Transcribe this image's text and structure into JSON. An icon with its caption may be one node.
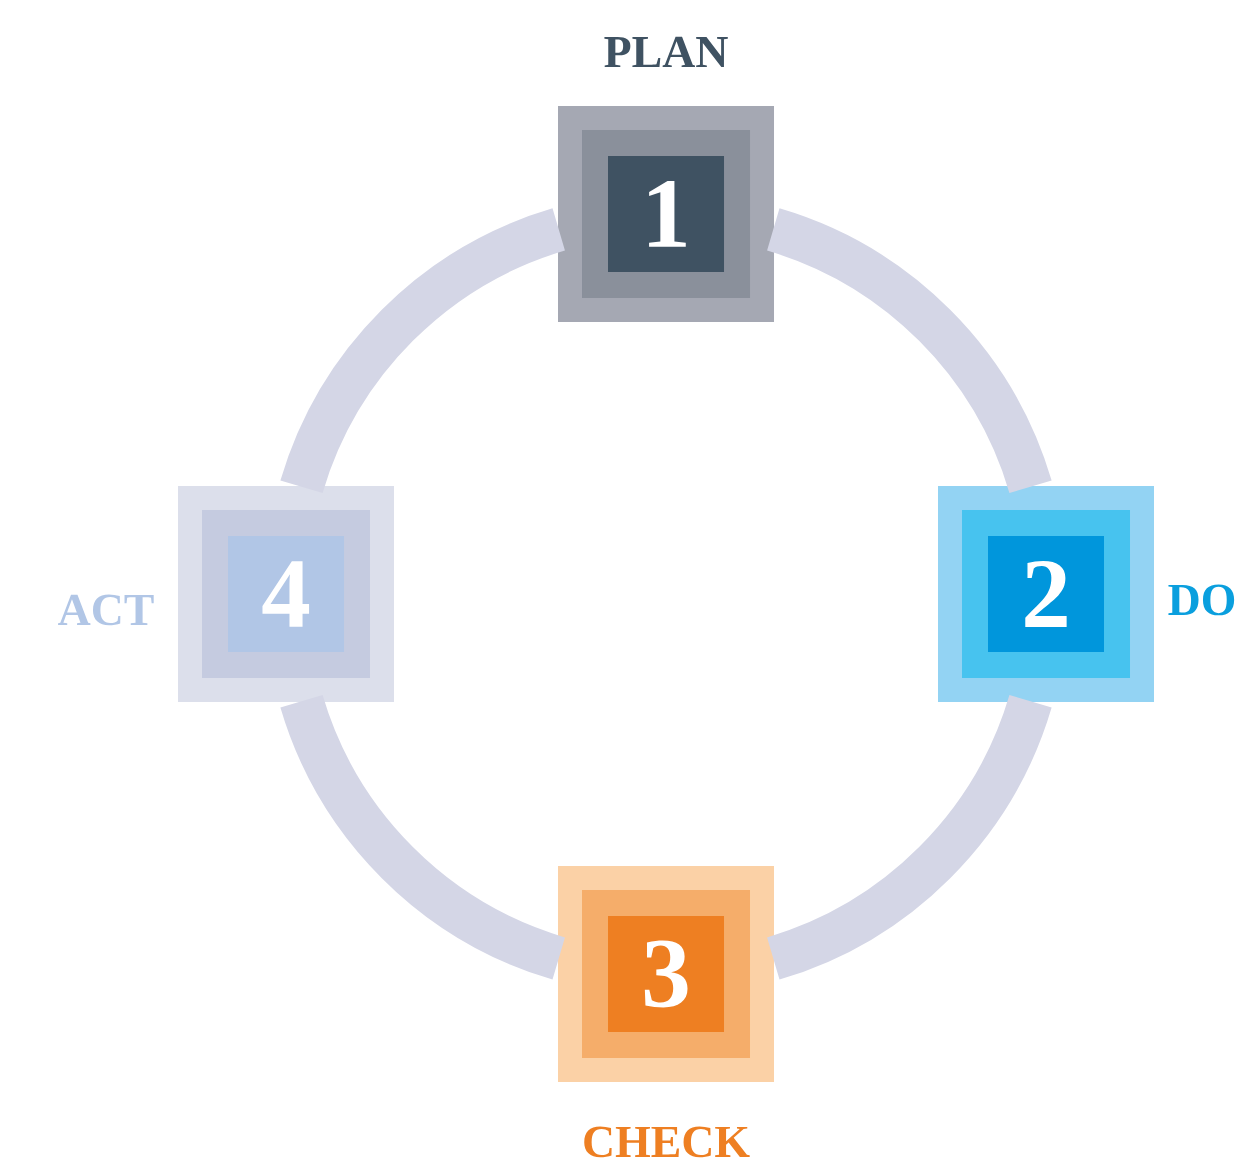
{
  "diagram": {
    "nodes": [
      {
        "text": [
          "PLAN",
          "1"
        ]
      },
      {
        "text": [
          "2",
          "DO"
        ]
      },
      {
        "text": [
          "3",
          "CHECK"
        ]
      },
      {
        "text": [
          "ACT",
          "4"
        ]
      }
    ],
    "edges": [
      {
        "from": 0,
        "to": 1,
        "arrow": "none"
      },
      {
        "from": 1,
        "to": 2,
        "arrow": "none"
      },
      {
        "from": 2,
        "to": 3,
        "arrow": "none"
      },
      {
        "from": 3,
        "to": 0,
        "arrow": "none"
      }
    ]
  }
}
